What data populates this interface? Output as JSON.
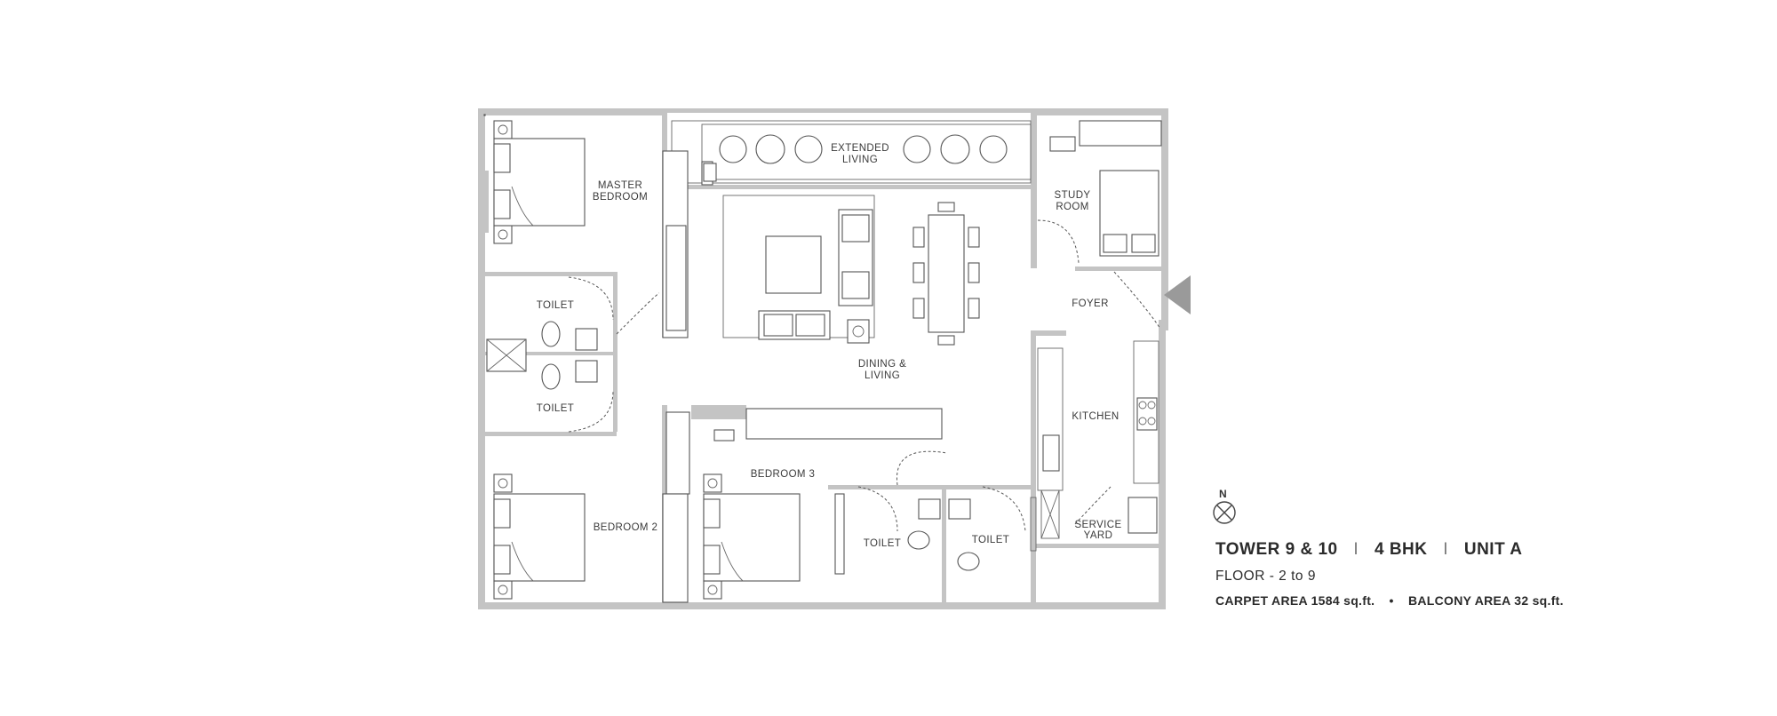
{
  "rooms": {
    "extended_living": [
      "EXTENDED",
      "LIVING"
    ],
    "master_bedroom": [
      "MASTER",
      "BEDROOM"
    ],
    "study_room": [
      "STUDY",
      "ROOM"
    ],
    "toilet_1": "TOILET",
    "toilet_2": "TOILET",
    "foyer": "FOYER",
    "dining_living": [
      "DINING &",
      "LIVING"
    ],
    "kitchen": "KITCHEN",
    "bedroom_3": "BEDROOM 3",
    "bedroom_2": "BEDROOM 2",
    "toilet_3": "TOILET",
    "toilet_4": "TOILET",
    "service_yard": [
      "SERVICE",
      "YARD"
    ]
  },
  "compass": {
    "north_label": "N"
  },
  "unit": {
    "tower": "TOWER 9 & 10",
    "config": "4 BHK",
    "unit": "UNIT A",
    "separator": "I",
    "floor": "FLOOR - 2 to 9",
    "carpet_area": "CARPET AREA 1584 sq.ft.",
    "bullet": "•",
    "balcony_area": "BALCONY AREA 32 sq.ft."
  },
  "colors": {
    "wall": "#c4c4c4",
    "line": "#555555",
    "text": "#2b2b2b"
  }
}
